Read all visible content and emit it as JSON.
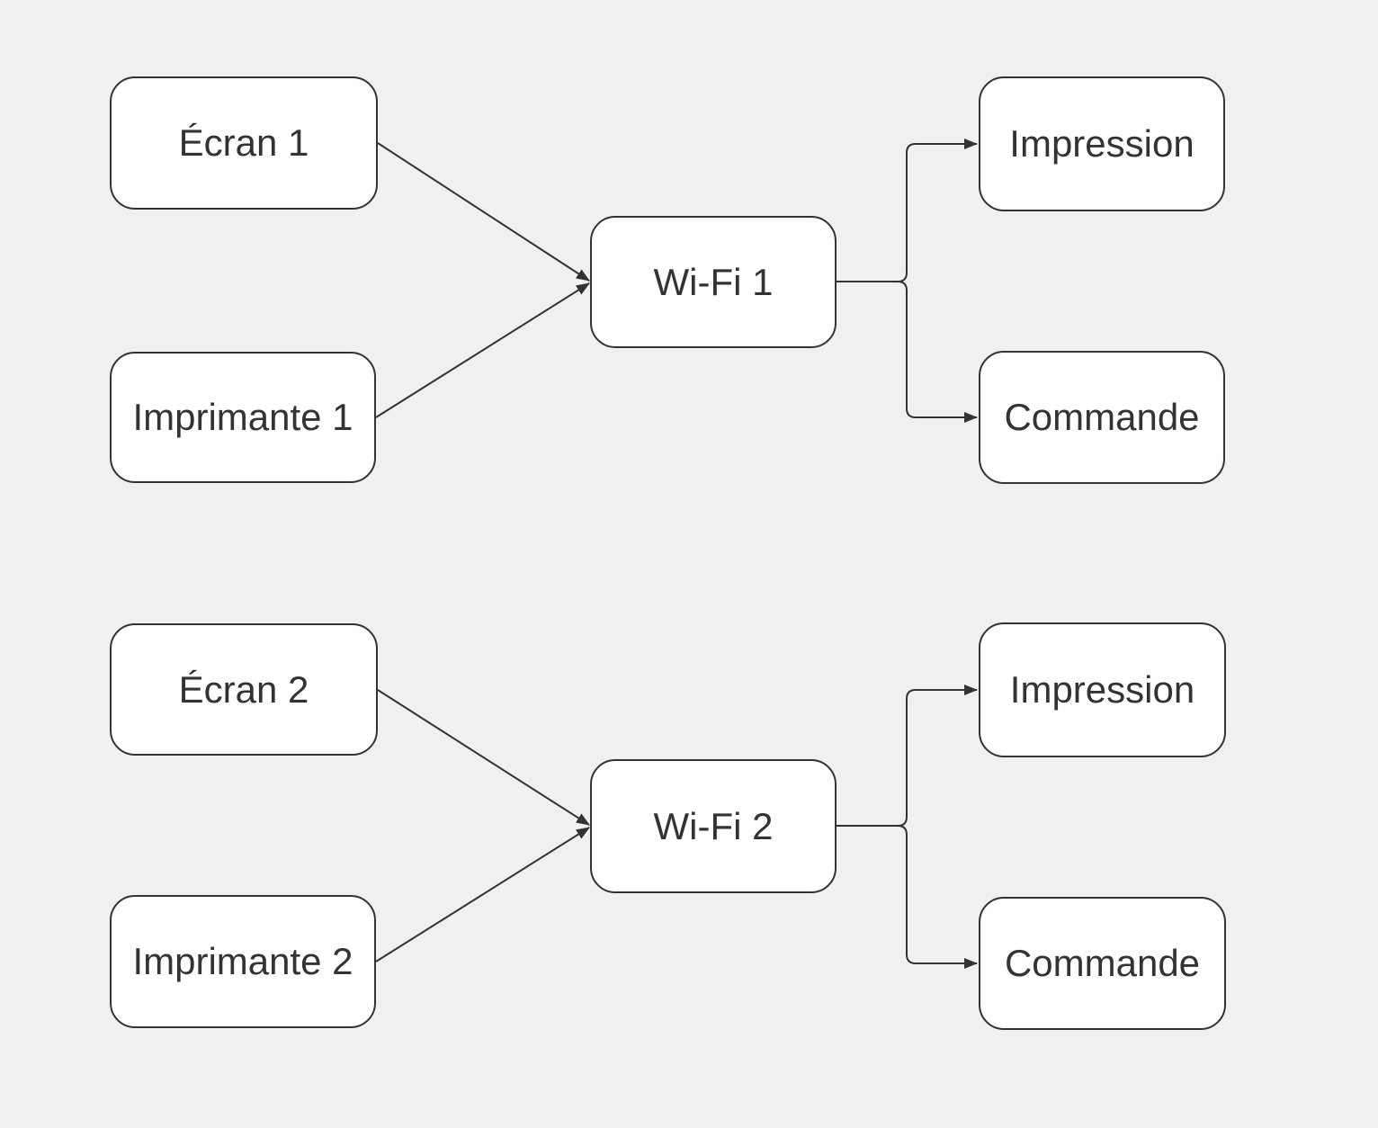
{
  "diagram": {
    "type": "flowchart",
    "colors": {
      "background": "#f0f0f0",
      "node_fill": "#ffffff",
      "node_border": "#333333",
      "edge_stroke": "#333333",
      "text": "#333333"
    },
    "nodes": {
      "ecran1": "Écran 1",
      "imprimante1": "Imprimante 1",
      "wifi1": "Wi-Fi 1",
      "impression1": "Impression",
      "commande1": "Commande",
      "ecran2": "Écran 2",
      "imprimante2": "Imprimante 2",
      "wifi2": "Wi-Fi 2",
      "impression2": "Impression",
      "commande2": "Commande"
    },
    "edges": [
      {
        "from": "ecran1",
        "to": "wifi1",
        "arrow": true
      },
      {
        "from": "imprimante1",
        "to": "wifi1",
        "arrow": true
      },
      {
        "from": "wifi1",
        "to": "impression1",
        "arrow": true
      },
      {
        "from": "wifi1",
        "to": "commande1",
        "arrow": true
      },
      {
        "from": "ecran2",
        "to": "wifi2",
        "arrow": true
      },
      {
        "from": "imprimante2",
        "to": "wifi2",
        "arrow": true
      },
      {
        "from": "wifi2",
        "to": "impression2",
        "arrow": true
      },
      {
        "from": "wifi2",
        "to": "commande2",
        "arrow": true
      }
    ]
  }
}
